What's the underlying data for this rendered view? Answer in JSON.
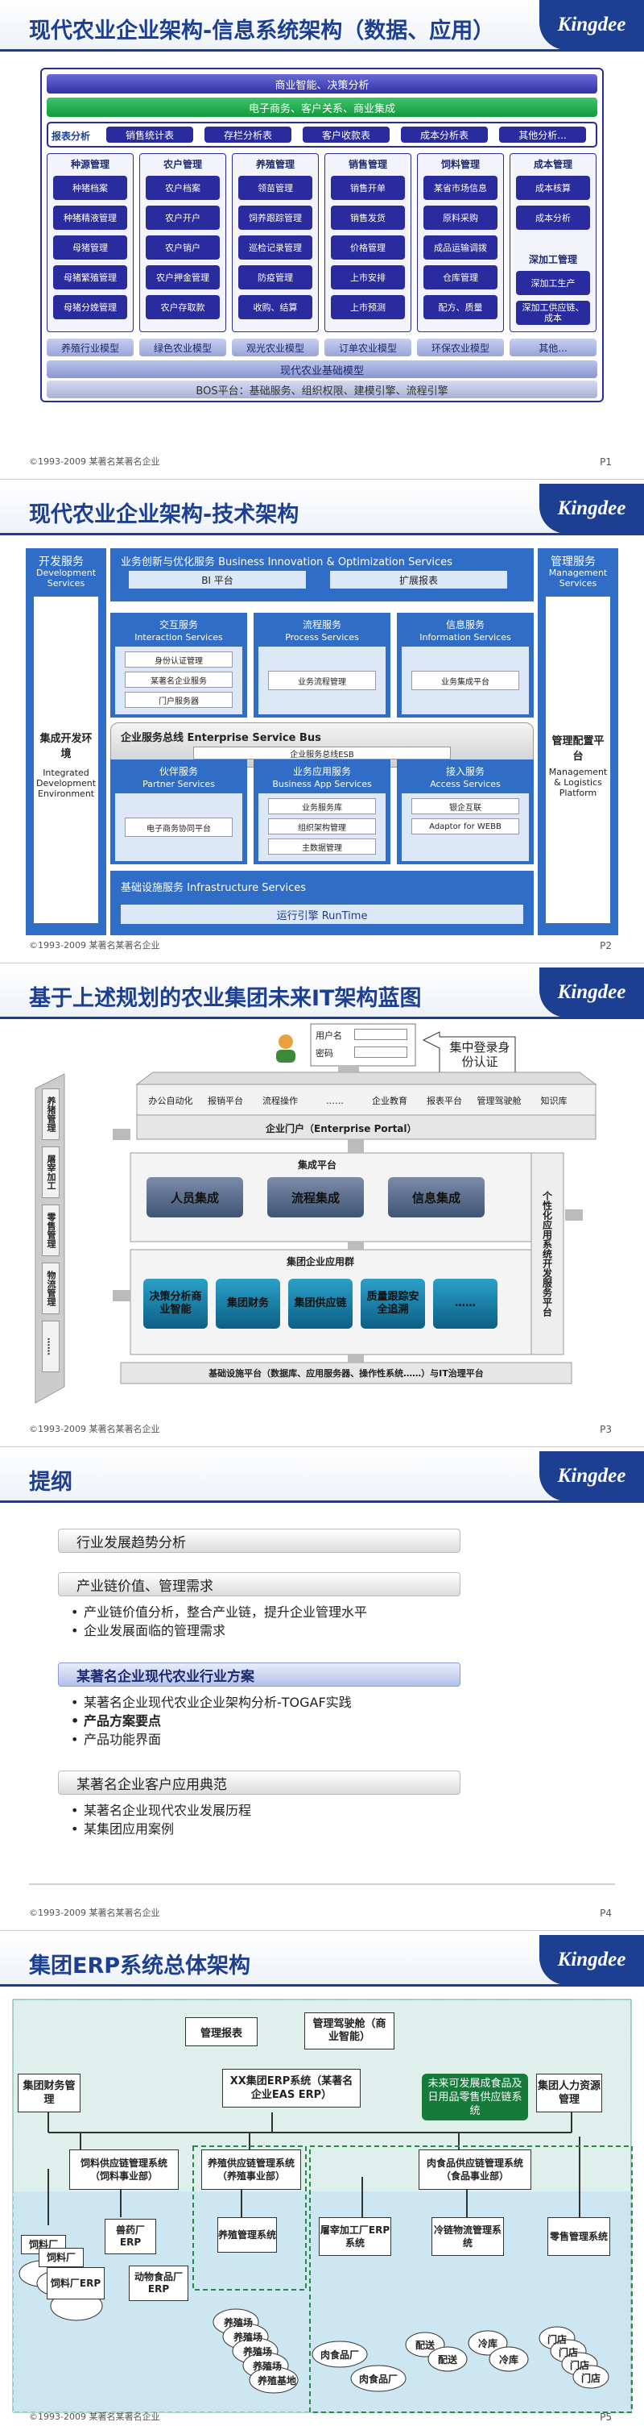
{
  "p1": {
    "title": "现代农业企业架构-信息系统架构（数据、应用）",
    "logo": "Kingdee",
    "row1": "商业智能、决策分析",
    "row2": "电子商务、客户关系、商业集成",
    "report_label": "报表分析",
    "reports": [
      "销售统计表",
      "存栏分析表",
      "客户收款表",
      "成本分析表",
      "其他分析..."
    ],
    "columns": [
      {
        "head": "种源管理",
        "items": [
          "种猪档案",
          "种猪精液管理",
          "母猪管理",
          "母猪繁殖管理",
          "母猪分娩管理"
        ]
      },
      {
        "head": "农户管理",
        "items": [
          "农户档案",
          "农户开户",
          "农户销户",
          "农户押金管理",
          "农户存取款"
        ]
      },
      {
        "head": "养殖管理",
        "items": [
          "领苗管理",
          "饲养跟踪管理",
          "巡检记录管理",
          "防疫管理",
          "收购、结算"
        ]
      },
      {
        "head": "销售管理",
        "items": [
          "销售开单",
          "销售发货",
          "价格管理",
          "上市安排",
          "上市预测"
        ]
      },
      {
        "head": "饲料管理",
        "items": [
          "某省市场信息",
          "原料采购",
          "成品运输调拨",
          "仓库管理",
          "配方、质量"
        ]
      },
      {
        "head": "成本管理",
        "items": [
          "成本核算",
          "成本分析"
        ],
        "extra_head": "深加工管理",
        "extra_items": [
          "深加工生产",
          "深加工供应链、成本"
        ]
      }
    ],
    "models": [
      "养殖行业模型",
      "绿色农业模型",
      "观光农业模型",
      "订单农业模型",
      "环保农业模型",
      "其他..."
    ],
    "base_model": "现代农业基础模型",
    "bos": "BOS平台：基础服务、组织权限、建模引擎、流程引擎",
    "footer": "©1993-2009 某著名某著名企业",
    "page": "P1"
  },
  "p2": {
    "title": "现代农业企业架构-技术架构",
    "logo": "Kingdee",
    "left_cn": "开发服务",
    "left_en": "Development Services",
    "left_mid_cn": "集成开发环境",
    "left_mid_en": "Integrated Development Environment",
    "right_cn": "管理服务",
    "right_en": "Management Services",
    "right_mid_cn": "管理配置平台",
    "right_mid_en": "Management & Logistics Platform",
    "bio": "业务创新与优化服务 Business Innovation & Optimization Services",
    "bi": "BI 平台",
    "ext": "扩展报表",
    "interaction": {
      "cn": "交互服务",
      "en": "Interaction Services",
      "items": [
        "身份认证管理",
        "某著名企业服务",
        "门户服务器"
      ]
    },
    "process": {
      "cn": "流程服务",
      "en": "Process Services",
      "items": [
        "业务流程管理"
      ]
    },
    "information": {
      "cn": "信息服务",
      "en": "Information Services",
      "items": [
        "业务集成平台"
      ]
    },
    "esb": "企业服务总线 Enterprise Service Bus",
    "esb_sub": "企业服务总线ESB",
    "partner": {
      "cn": "伙伴服务",
      "en": "Partner Services",
      "items": [
        "电子商务协同平台"
      ]
    },
    "bizapp": {
      "cn": "业务应用服务",
      "en": "Business App Services",
      "items": [
        "业务服务库",
        "组织架构管理",
        "主数据管理"
      ]
    },
    "access": {
      "cn": "接入服务",
      "en": "Access Services",
      "items": [
        "银企互联",
        "Adaptor for WEBB"
      ]
    },
    "infra": "基础设施服务 Infrastructure Services",
    "runtime": "运行引擎 RunTime",
    "footer": "©1993-2009 某著名某著名企业",
    "page": "P2"
  },
  "p3": {
    "title": "基于上述规划的农业集团未来IT架构蓝图",
    "logo": "Kingdee",
    "user_label": "用户名",
    "pwd_label": "密码",
    "sso": "集中登录身份认证",
    "top_items": [
      "办公自动化",
      "报销平台",
      "流程操作",
      "……",
      "企业教育",
      "报表平台",
      "管理驾驶舱",
      "知识库"
    ],
    "portal": "企业门户（Enterprise Portal）",
    "left_stack": [
      "养猪管理",
      "屠宰加工",
      "零售管理",
      "物流管理",
      "……"
    ],
    "integration": "集成平台",
    "int_items": [
      "人员集成",
      "流程集成",
      "信息集成"
    ],
    "app_group": "集团企业应用群",
    "apps": [
      "决策分析商业智能",
      "集团财务",
      "集团供应链",
      "质量跟踪安全追溯",
      "……"
    ],
    "right_vert": "个性化应用系统开发服务平台",
    "base": "基础设施平台（数据库、应用服务器、操作性系统……）与IT治理平台",
    "footer": "©1993-2009 某著名某著名企业",
    "page": "P3"
  },
  "p4": {
    "title": "提纲",
    "logo": "Kingdee",
    "s1": "行业发展趋势分析",
    "s2": "产业链价值、管理需求",
    "s2_bullets": [
      "产业链价值分析，整合产业链，提升企业管理水平",
      "企业发展面临的管理需求"
    ],
    "s3": "某著名企业现代农业行业方案",
    "s3_bullets": [
      "某著名企业现代农业企业架构分析-TOGAF实践",
      "产品方案要点",
      "产品功能界面"
    ],
    "s4": "某著名企业客户应用典范",
    "s4_bullets": [
      "某著名企业现代农业发展历程",
      "某集团应用案例"
    ],
    "footer": "©1993-2009 某著名某著名企业",
    "page": "P4"
  },
  "p5": {
    "title": "集团ERP系统总体架构",
    "logo": "Kingdee",
    "report": "管理报表",
    "cockpit": "管理驾驶舱（商业智能）",
    "erp": "XX集团ERP系统（某著名企业EAS ERP）",
    "finance": "集团财务管理",
    "hr": "集团人力资源管理",
    "future": "未来可发展成食品及日用品零售供应链系统",
    "feed": "饲料供应链管理系统（饲料事业部）",
    "breed": "养殖供应链管理系统（养殖事业部）",
    "meat": "肉食品供应链管理系统（食品事业部）",
    "feed_sub": [
      "饲料厂",
      "饲料厂",
      "饲料厂ERP",
      "兽药厂ERP",
      "动物食品厂ERP"
    ],
    "breed_sub": "养殖管理系统",
    "farms": [
      "养殖场",
      "养殖场",
      "养殖场",
      "养殖场",
      "养殖基地"
    ],
    "slaughter": "屠宰加工厂ERP系统",
    "meat_fac": [
      "肉食品厂",
      "肉食品厂"
    ],
    "cold": "冷链物流管理系统",
    "cold_sub": [
      "配送",
      "配送",
      "冷库",
      "冷库"
    ],
    "retail": "零售管理系统",
    "stores": [
      "门店",
      "门店",
      "门店",
      "门店"
    ],
    "footer": "©1993-2009 某著名某著名企业",
    "page": "P5"
  }
}
